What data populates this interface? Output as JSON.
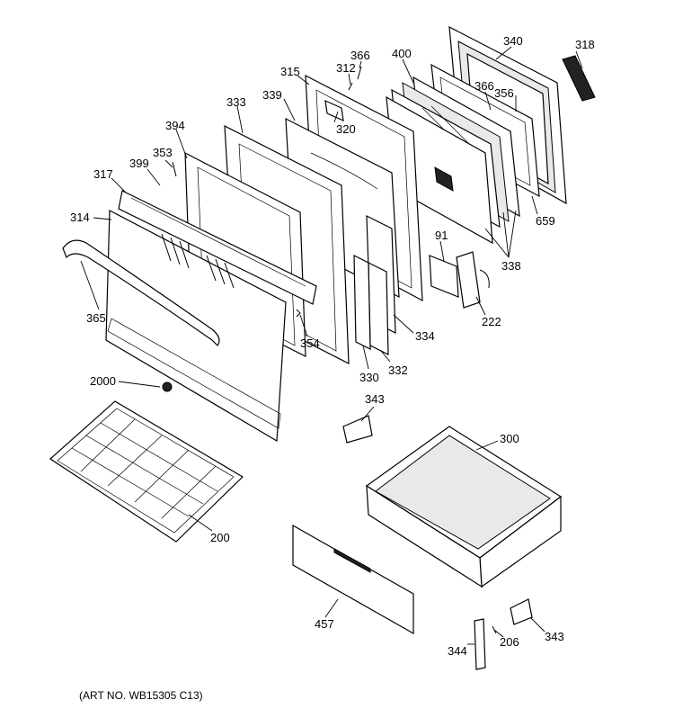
{
  "art_number": "(ART NO. WB15305 C13)",
  "callouts": {
    "c340": "340",
    "c318": "318",
    "c366a": "366",
    "c312": "312",
    "c315": "315",
    "c400": "400",
    "c366b": "366",
    "c356": "356",
    "c320": "320",
    "c339": "339",
    "c333": "333",
    "c394": "394",
    "c353": "353",
    "c399": "399",
    "c317": "317",
    "c314": "314",
    "c659": "659",
    "c338": "338",
    "c91": "91",
    "c222": "222",
    "c334": "334",
    "c365": "365",
    "c354": "354",
    "c330": "330",
    "c332": "332",
    "c2000": "2000",
    "c343a": "343",
    "c300": "300",
    "c200": "200",
    "c457": "457",
    "c206": "206",
    "c343b": "343",
    "c344": "344"
  }
}
